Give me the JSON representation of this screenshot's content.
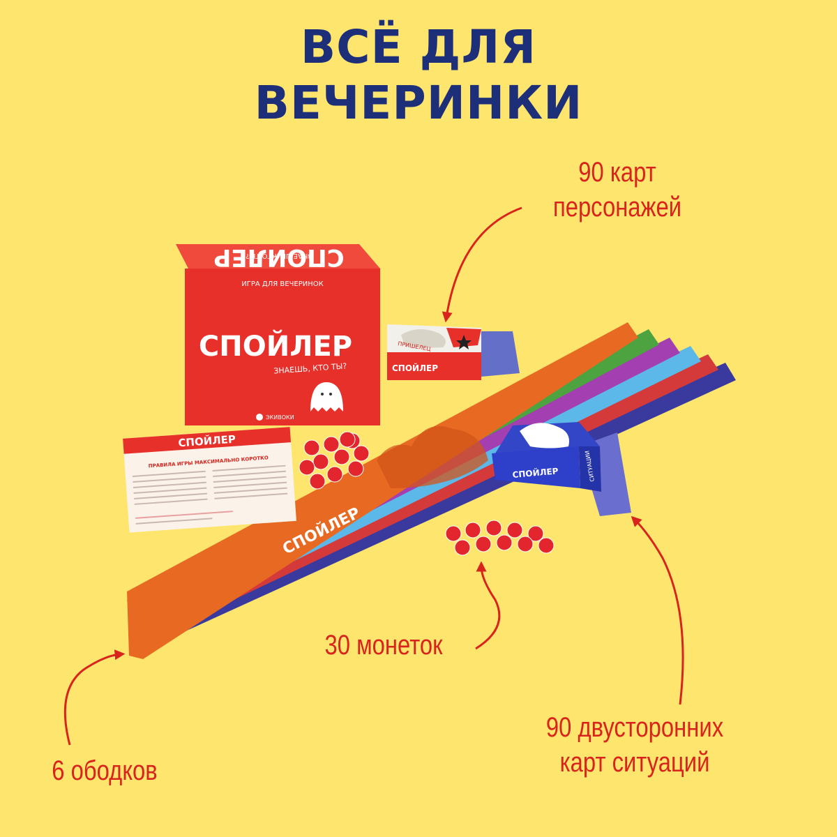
{
  "title": {
    "line1": "ВСЁ ДЛЯ",
    "line2": "ВЕЧЕРИНКИ"
  },
  "labels": {
    "characters": {
      "line1": "90 карт",
      "line2": "персонажей"
    },
    "coins": "30 монеток",
    "headbands": "6 ободков",
    "situations": {
      "line1": "90 двусторонних",
      "line2": "карт ситуаций"
    }
  },
  "box": {
    "brand": "СПОЙЛЕР",
    "top_brand": "СПОЙЛЕР",
    "top_subtitle": "ЗНАЕШЬ, КТО ТЫ?",
    "genre": "ИГРА ДЛЯ ВЕЧЕРИНОК",
    "subtitle": "ЗНАЕШЬ, КТО ТЫ?",
    "publisher": "ЭКИВОКИ"
  },
  "rules_card": {
    "brand": "СПОЙЛЕР",
    "heading": "ПРАВИЛА ИГРЫ МАКСИМАЛЬНО КОРОТКО"
  },
  "character_deck": {
    "brand": "СПОЙЛЕР",
    "card_word": "ПРИШЕЛЕЦ"
  },
  "situation_deck": {
    "brand": "СПОЙЛЕР",
    "side_word": "СИТУАЦИИ"
  },
  "headband": {
    "brand": "СПОЙЛЕР"
  },
  "colors": {
    "background": "#FEE66E",
    "title": "#1E2F7A",
    "accent": "#D9231D",
    "box_red": "#E8302A",
    "deck_blue": "#2E3FC9",
    "strips": [
      "#E86A22",
      "#4DA33F",
      "#A33FB0",
      "#5CB8E8",
      "#D43A3A",
      "#3A3A9E"
    ]
  }
}
